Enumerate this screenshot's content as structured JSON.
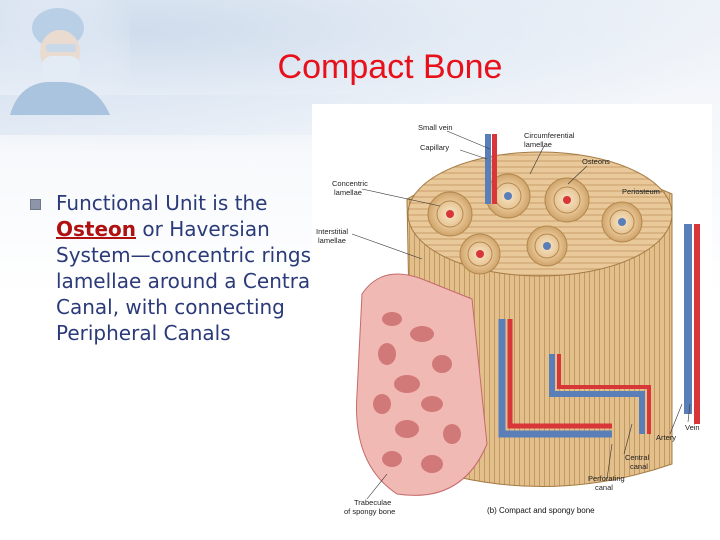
{
  "slide": {
    "title": "Compact Bone",
    "bullet": {
      "intro": "Functional Unit is the ",
      "osteon": "Osteon",
      "rest": " or Haversian System—concentric rings of lamellae around a Central Canal, with connecting Peripheral Canals"
    }
  },
  "figure": {
    "caption": "(b) Compact and spongy bone",
    "labels": {
      "small_vein": "Small vein",
      "capillary": "Capillary",
      "circumferential_1": "Circumferential",
      "circumferential_2": "lamellae",
      "osteons": "Osteons",
      "concentric_1": "Concentric",
      "concentric_2": "lamellae",
      "periosteum": "Periosteum",
      "interstitial_1": "Interstitial",
      "interstitial_2": "lamellae",
      "vein": "Vein",
      "artery": "Artery",
      "central_1": "Central",
      "central_2": "canal",
      "perforating_1": "Perforating",
      "perforating_2": "canal",
      "trabeculae_1": "Trabeculae",
      "trabeculae_2": "of spongy bone"
    }
  },
  "colors": {
    "title": "#e8101a",
    "body_text": "#2b3a78",
    "osteon_highlight": "#b01010",
    "bone_tan": "#e9c99a",
    "spongy_pink": "#e89a9a",
    "vessel_red": "#d9363a",
    "vessel_blue": "#5a7fb8"
  }
}
